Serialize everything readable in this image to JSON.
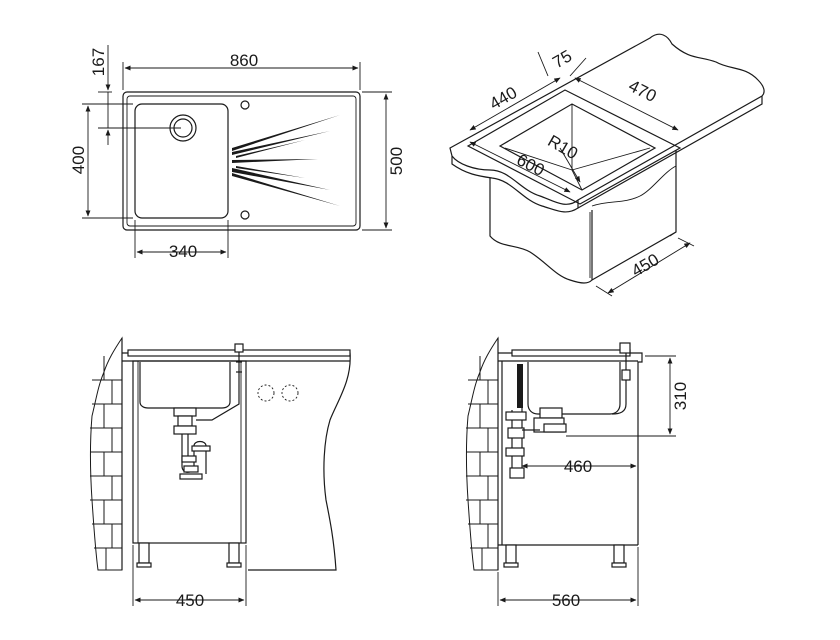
{
  "top_view": {
    "dim_width": "860",
    "dim_offset": "167",
    "dim_bowl_height": "400",
    "dim_total_height": "500",
    "dim_bowl_width": "340"
  },
  "iso_view": {
    "dim_bowl_length": "440",
    "dim_rim": "75",
    "dim_bowl_depth": "470",
    "dim_radius": "R10",
    "dim_cutout": "600",
    "dim_cabinet": "450"
  },
  "front_view": {
    "dim_cabinet_width": "450"
  },
  "side_view": {
    "dim_depth": "310",
    "dim_drain": "460",
    "dim_cabinet_depth": "560"
  }
}
